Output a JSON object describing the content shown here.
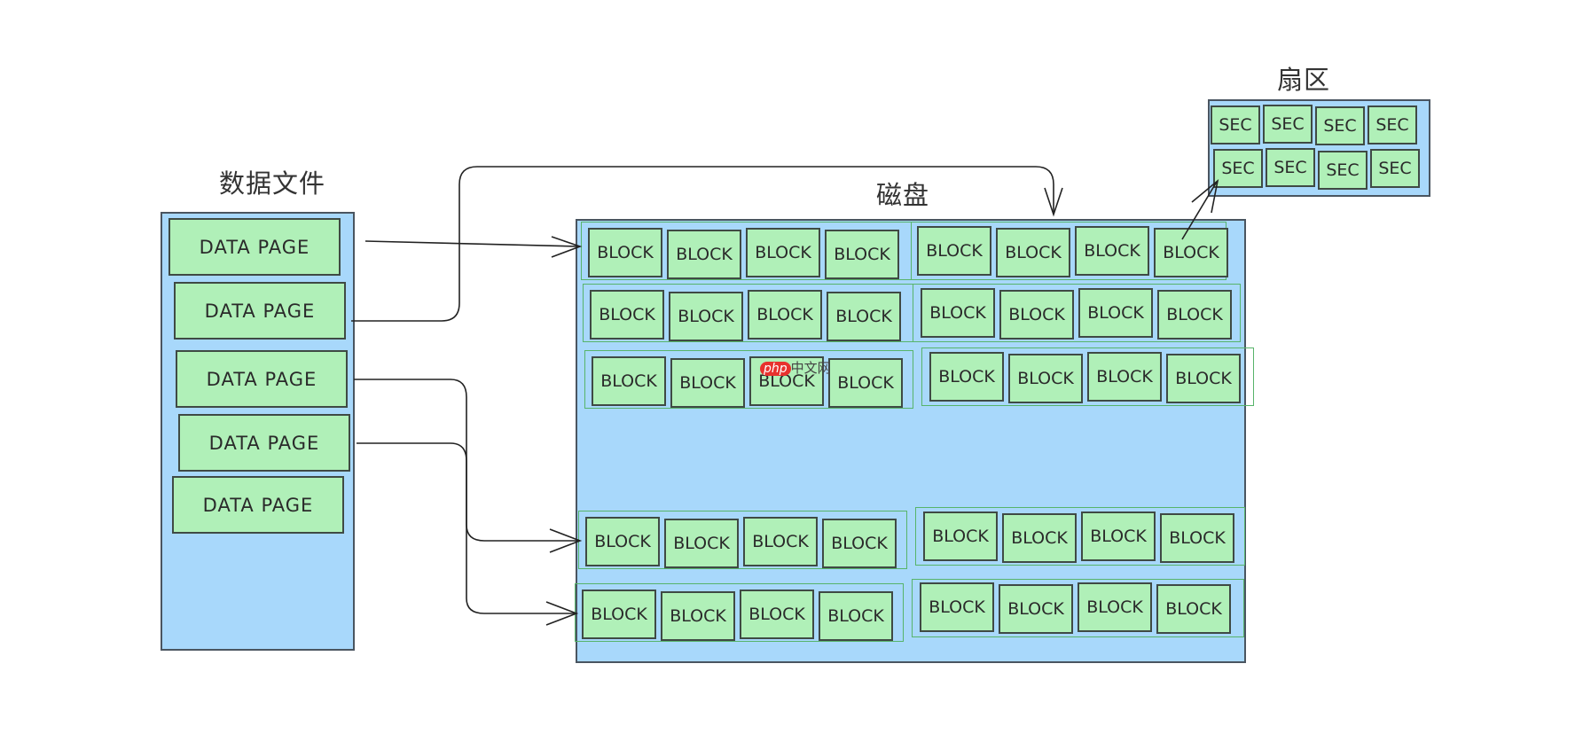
{
  "titles": {
    "datafile": "数据文件",
    "disk": "磁盘",
    "sector": "扇区"
  },
  "data_file": {
    "pages": [
      "DATA PAGE",
      "DATA PAGE",
      "DATA PAGE",
      "DATA PAGE",
      "DATA PAGE"
    ]
  },
  "disk": {
    "block_label": "BLOCK"
  },
  "sector": {
    "sec_label": "SEC"
  },
  "watermark": {
    "logo": "php",
    "text": "中文网"
  },
  "colors": {
    "container_fill": "#a8d8fb",
    "block_fill": "#b0f0b8",
    "group_outline": "#57b46a"
  }
}
